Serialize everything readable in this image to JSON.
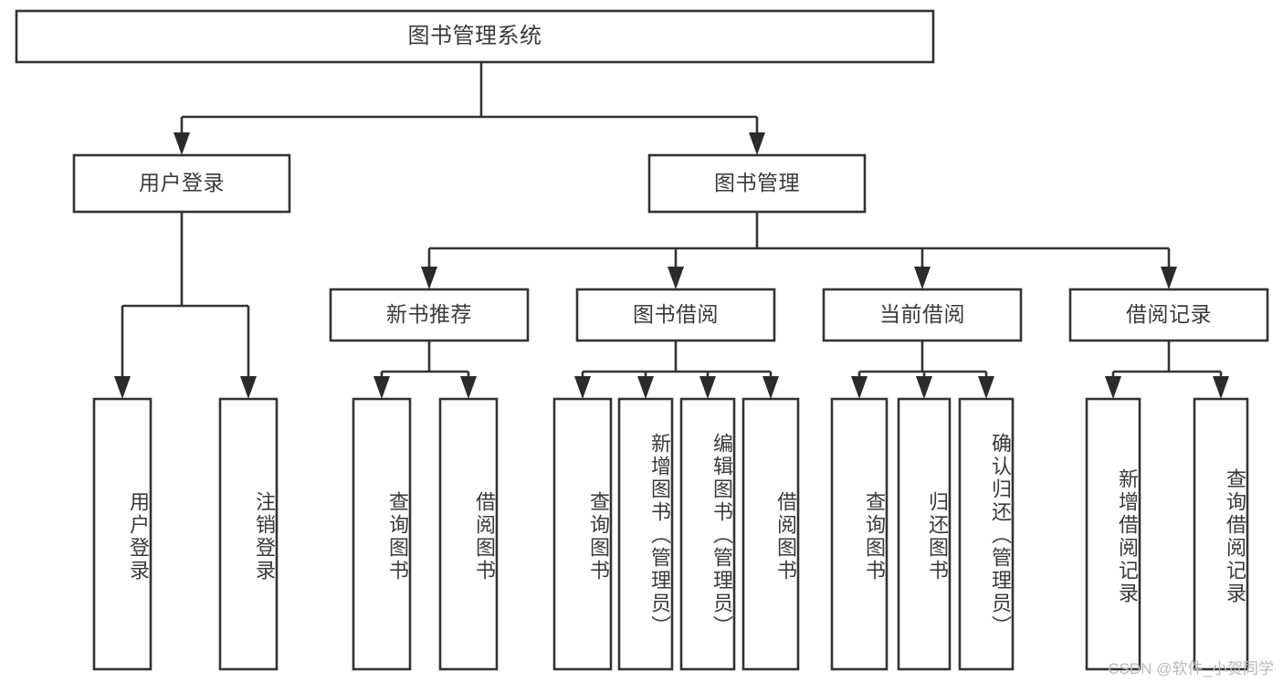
{
  "diagram": {
    "type": "tree-hierarchy",
    "title": "图书管理系统",
    "watermark": "CSDN @软件_小贺同学",
    "colors": {
      "background": "#ffffff",
      "box_stroke": "#333333",
      "connector": "#333333",
      "arrow_fill": "#2b2b2b",
      "text": "#3a3a3a",
      "watermark": "#b9b9b9"
    },
    "levels": [
      {
        "level": 1,
        "nodes": [
          {
            "id": "root",
            "label": "图书管理系统",
            "orientation": "horizontal"
          }
        ]
      },
      {
        "level": 2,
        "nodes": [
          {
            "id": "user-login",
            "label": "用户登录",
            "orientation": "horizontal",
            "parent": "root"
          },
          {
            "id": "book-manage",
            "label": "图书管理",
            "orientation": "horizontal",
            "parent": "root"
          }
        ]
      },
      {
        "level": 3,
        "nodes": [
          {
            "id": "new-book-recommend",
            "label": "新书推荐",
            "orientation": "horizontal",
            "parent": "book-manage"
          },
          {
            "id": "book-borrow",
            "label": "图书借阅",
            "orientation": "horizontal",
            "parent": "book-manage"
          },
          {
            "id": "current-borrow",
            "label": "当前借阅",
            "orientation": "horizontal",
            "parent": "book-manage"
          },
          {
            "id": "borrow-record",
            "label": "借阅记录",
            "orientation": "horizontal",
            "parent": "book-manage"
          }
        ]
      },
      {
        "level": 4,
        "nodes": [
          {
            "id": "leaf-user-login",
            "label": "用户登录",
            "orientation": "vertical",
            "parent": "user-login"
          },
          {
            "id": "leaf-user-logout",
            "label": "注销登录",
            "orientation": "vertical",
            "parent": "user-login"
          },
          {
            "id": "leaf-query-book-1",
            "label": "查询图书",
            "orientation": "vertical",
            "parent": "new-book-recommend"
          },
          {
            "id": "leaf-borrow-book-1",
            "label": "借阅图书",
            "orientation": "vertical",
            "parent": "new-book-recommend"
          },
          {
            "id": "leaf-query-book-2",
            "label": "查询图书",
            "orientation": "vertical",
            "parent": "book-borrow"
          },
          {
            "id": "leaf-add-book",
            "label": "新增图书（管理员）",
            "orientation": "vertical",
            "parent": "book-borrow"
          },
          {
            "id": "leaf-edit-book",
            "label": "编辑图书（管理员）",
            "orientation": "vertical",
            "parent": "book-borrow"
          },
          {
            "id": "leaf-borrow-book-2",
            "label": "借阅图书",
            "orientation": "vertical",
            "parent": "book-borrow"
          },
          {
            "id": "leaf-query-book-3",
            "label": "查询图书",
            "orientation": "vertical",
            "parent": "current-borrow"
          },
          {
            "id": "leaf-return-book",
            "label": "归还图书",
            "orientation": "vertical",
            "parent": "current-borrow"
          },
          {
            "id": "leaf-confirm-return",
            "label": "确认归还（管理员）",
            "orientation": "vertical",
            "parent": "current-borrow"
          },
          {
            "id": "leaf-add-record",
            "label": "新增借阅记录",
            "orientation": "vertical",
            "parent": "borrow-record"
          },
          {
            "id": "leaf-query-record",
            "label": "查询借阅记录",
            "orientation": "vertical",
            "parent": "borrow-record"
          }
        ]
      }
    ]
  }
}
